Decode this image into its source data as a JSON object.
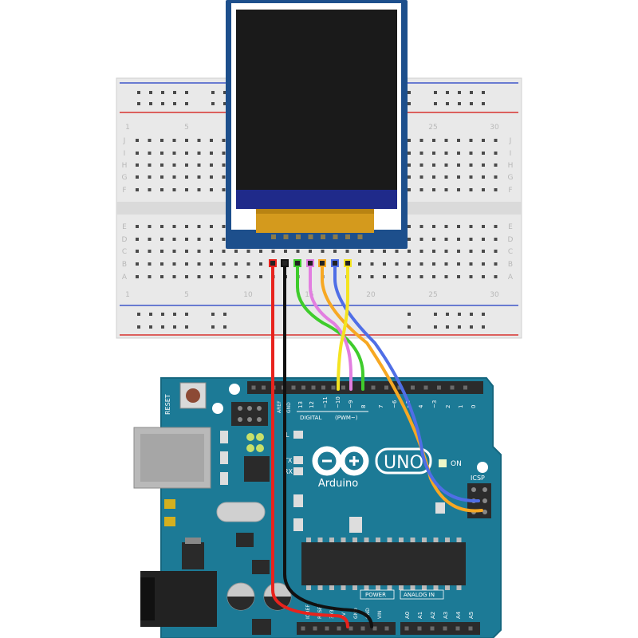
{
  "breadcolors": {
    "red": "#d8322f",
    "blue": "#3f57c9"
  },
  "breadboard": {
    "col_numbers": [
      "1",
      "5",
      "10",
      "15",
      "20",
      "25",
      "30"
    ],
    "rows_top": [
      "J",
      "I",
      "H",
      "G",
      "F"
    ],
    "rows_bottom": [
      "E",
      "D",
      "C",
      "B",
      "A"
    ]
  },
  "display": {
    "pin_count": 8
  },
  "wires": [
    {
      "name": "wire-red",
      "color": "#e8231d"
    },
    {
      "name": "wire-black",
      "color": "#111111"
    },
    {
      "name": "wire-green",
      "color": "#3fcc2c"
    },
    {
      "name": "wire-pink",
      "color": "#e27ee0"
    },
    {
      "name": "wire-orange",
      "color": "#f7a823"
    },
    {
      "name": "wire-blue",
      "color": "#4f6ee6"
    },
    {
      "name": "wire-yellow",
      "color": "#f4e421"
    }
  ],
  "arduino": {
    "brand": "Arduino",
    "model": "UNO",
    "reset_label": "RESET",
    "aref_label": "AREF",
    "gnd_label": "GND",
    "digital_label": "DIGITAL",
    "pwm_label": "(PWM~)",
    "digital_pins": [
      "13",
      "12",
      "~11",
      "~10",
      "~9",
      "8",
      "7",
      "~6",
      "~5",
      "4",
      "~3",
      "2",
      "1",
      "0"
    ],
    "tx_label": "TX",
    "rx_label": "RX",
    "l_label": "L",
    "on_label": "ON",
    "icsp_label": "ICSP",
    "power_label": "POWER",
    "analog_label": "ANALOG IN",
    "power_pins": [
      "IOREF",
      "RESET",
      "3V3",
      "5V",
      "GND",
      "GND",
      "VIN"
    ],
    "analog_pins": [
      "A0",
      "A1",
      "A2",
      "A3",
      "A4",
      "A5"
    ],
    "colors": {
      "board": "#1c7a96",
      "board_edge": "#15677f",
      "header": "#2b2b2b"
    }
  }
}
